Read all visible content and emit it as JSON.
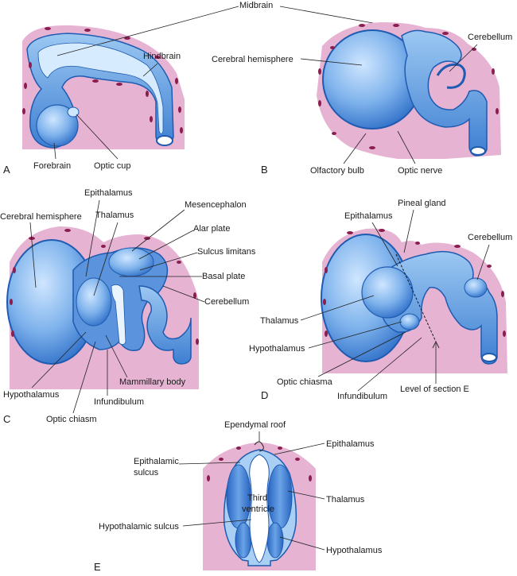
{
  "panels": [
    "A",
    "B",
    "C",
    "D",
    "E"
  ],
  "labels": {
    "midbrain": "Midbrain",
    "hindbrain": "Hindbrain",
    "forebrain": "Forebrain",
    "optic_cup": "Optic cup",
    "cerebral_hemisphere_b": "Cerebral hemisphere",
    "cerebellum_b": "Cerebellum",
    "olfactory_bulb": "Olfactory bulb",
    "optic_nerve": "Optic nerve",
    "epithalamus_c": "Epithalamus",
    "thalamus_c": "Thalamus",
    "mesencephalon": "Mesencephalon",
    "cerebral_hemisphere_c": "Cerebral hemisphere",
    "alar_plate": "Alar plate",
    "sulcus_limitans": "Sulcus limitans",
    "basal_plate": "Basal plate",
    "cerebellum_c": "Cerebellum",
    "hypothalamus_c": "Hypothalamus",
    "mammillary_body": "Mammillary body",
    "infundibulum_c": "Infundibulum",
    "optic_chiasm": "Optic chiasm",
    "pineal_gland": "Pineal gland",
    "epithalamus_d": "Epithalamus",
    "cerebellum_d": "Cerebellum",
    "thalamus_d": "Thalamus",
    "hypothalamus_d": "Hypothalamus",
    "optic_chiasma": "Optic chiasma",
    "infundibulum_d": "Infundibulum",
    "level_of_section_e": "Level of section E",
    "ependymal_roof": "Ependymal roof",
    "epithalamus_e": "Epithalamus",
    "epithalamic_sulcus_1": "Epithalamic",
    "epithalamic_sulcus_2": "sulcus",
    "thalamus_e": "Thalamus",
    "third_ventricle_1": "Third",
    "third_ventricle_2": "ventricle",
    "hypothalamic_sulcus": "Hypothalamic sulcus",
    "hypothalamus_e": "Hypothalamus"
  },
  "colors": {
    "tissue": "#e6b3d3",
    "tissue_cells": "#8a1f4f",
    "brain_wall": "#3f7fd4",
    "brain_light": "#a9d0f5",
    "brain_dark": "#1f5bb0",
    "lumen": "#ffffff"
  }
}
